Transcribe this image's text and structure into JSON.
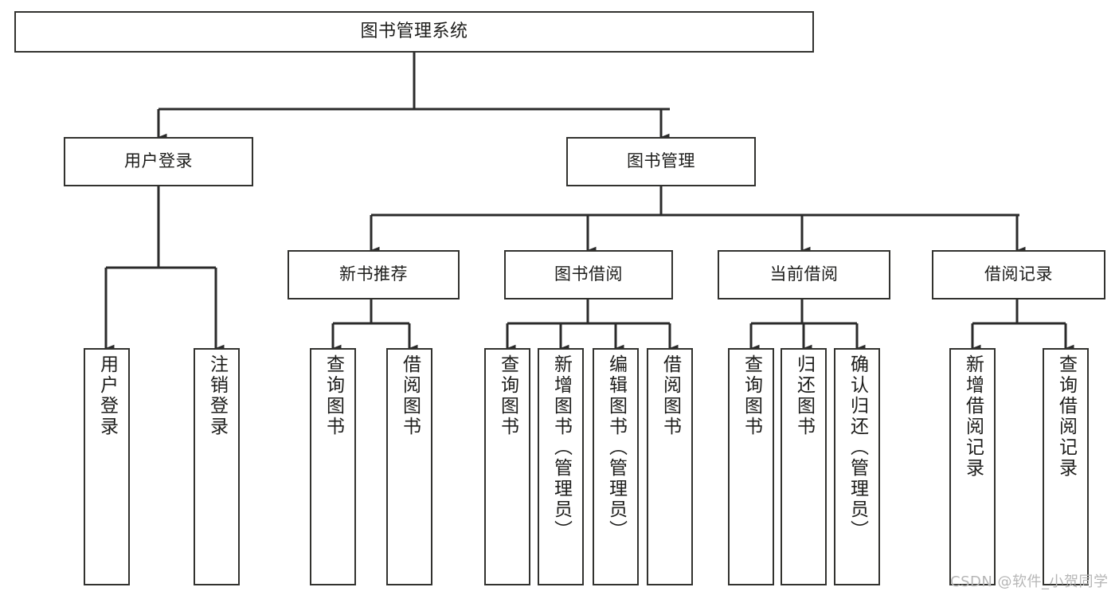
{
  "diagram": {
    "title": "图书管理系统",
    "type": "tree-structure-chart",
    "colors": {
      "box_border": "#32322f",
      "box_fill": "#ffffff",
      "edge": "#2b2b2b",
      "text": "#1d1d1b",
      "watermark": "#b6b6b6",
      "background": "#ffffff"
    },
    "root": {
      "id": "root",
      "label": "图书管理系统"
    },
    "level2": [
      {
        "id": "login",
        "label": "用户登录"
      },
      {
        "id": "bookmgmt",
        "label": "图书管理"
      }
    ],
    "level3": [
      {
        "id": "newbook",
        "label": "新书推荐",
        "parent": "bookmgmt"
      },
      {
        "id": "borrow",
        "label": "图书借阅",
        "parent": "bookmgmt"
      },
      {
        "id": "current",
        "label": "当前借阅",
        "parent": "bookmgmt"
      },
      {
        "id": "records",
        "label": "借阅记录",
        "parent": "bookmgmt"
      }
    ],
    "leaves": [
      {
        "id": "leaf-user-login",
        "label": "用户登录",
        "parent": "login"
      },
      {
        "id": "leaf-user-logout",
        "label": "注销登录",
        "parent": "login"
      },
      {
        "id": "leaf-nb-query",
        "label": "查询图书",
        "parent": "newbook"
      },
      {
        "id": "leaf-nb-borrow",
        "label": "借阅图书",
        "parent": "newbook"
      },
      {
        "id": "leaf-bw-query",
        "label": "查询图书",
        "parent": "borrow"
      },
      {
        "id": "leaf-bw-add",
        "label": "新增图书（管理员）",
        "parent": "borrow"
      },
      {
        "id": "leaf-bw-edit",
        "label": "编辑图书（管理员）",
        "parent": "borrow"
      },
      {
        "id": "leaf-bw-borrow",
        "label": "借阅图书",
        "parent": "borrow"
      },
      {
        "id": "leaf-cur-query",
        "label": "查询图书",
        "parent": "current"
      },
      {
        "id": "leaf-cur-return",
        "label": "归还图书",
        "parent": "current"
      },
      {
        "id": "leaf-cur-confirm",
        "label": "确认归还（管理员）",
        "parent": "current"
      },
      {
        "id": "leaf-rec-add",
        "label": "新增借阅记录",
        "parent": "records"
      },
      {
        "id": "leaf-rec-query",
        "label": "查询借阅记录",
        "parent": "records"
      }
    ],
    "watermark": "CSDN @软件_小贺同学"
  }
}
